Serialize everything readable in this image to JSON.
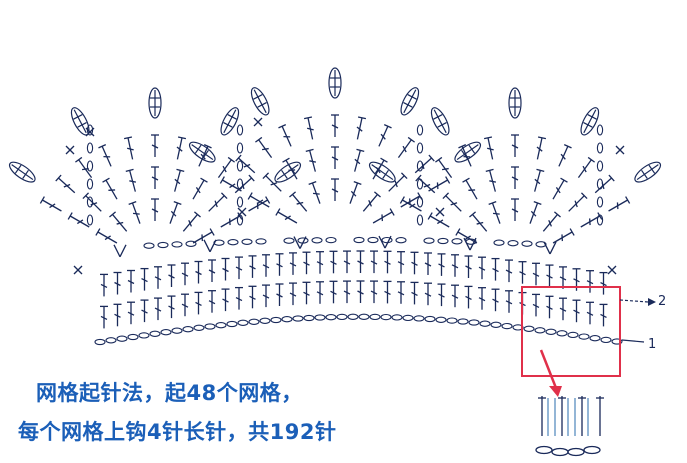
{
  "row_labels": {
    "row1": "1",
    "row2": "2"
  },
  "caption": {
    "line1": "网格起针法，起48个网格，",
    "line2": "每个网格上钩4针长针，共192针"
  },
  "colors": {
    "stitch_line": "#1a2a5a",
    "highlight_box": "#e0304a",
    "caption_text": "#1b5fb8",
    "inset_stitch": "#5a8fc0"
  }
}
